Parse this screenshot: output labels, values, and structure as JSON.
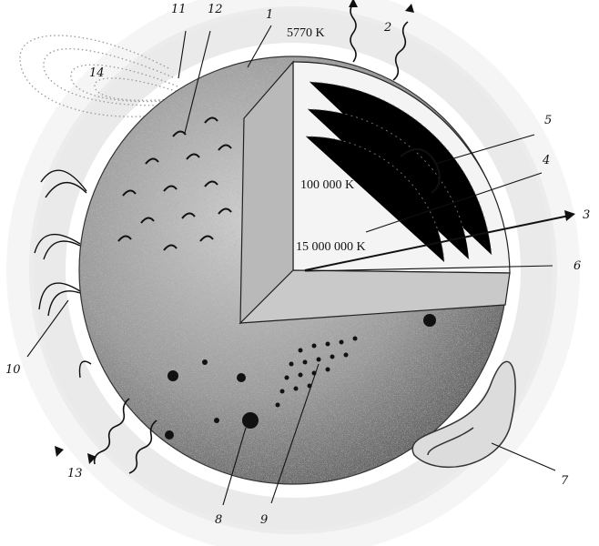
{
  "temperatures": {
    "surface": "5770 K",
    "convective": "100 000 K",
    "core": "15 000 000 K"
  },
  "callouts": [
    {
      "id": "1",
      "text": "1"
    },
    {
      "id": "2",
      "text": "2"
    },
    {
      "id": "3",
      "text": "3"
    },
    {
      "id": "4",
      "text": "4"
    },
    {
      "id": "5",
      "text": "5"
    },
    {
      "id": "6",
      "text": "6"
    },
    {
      "id": "7",
      "text": "7"
    },
    {
      "id": "8",
      "text": "8"
    },
    {
      "id": "9",
      "text": "9"
    },
    {
      "id": "10",
      "text": "10"
    },
    {
      "id": "11",
      "text": "11"
    },
    {
      "id": "12",
      "text": "12"
    },
    {
      "id": "13",
      "text": "13"
    },
    {
      "id": "14",
      "text": "14"
    }
  ],
  "colors": {
    "ink": "#111111",
    "paper": "#ffffff"
  }
}
